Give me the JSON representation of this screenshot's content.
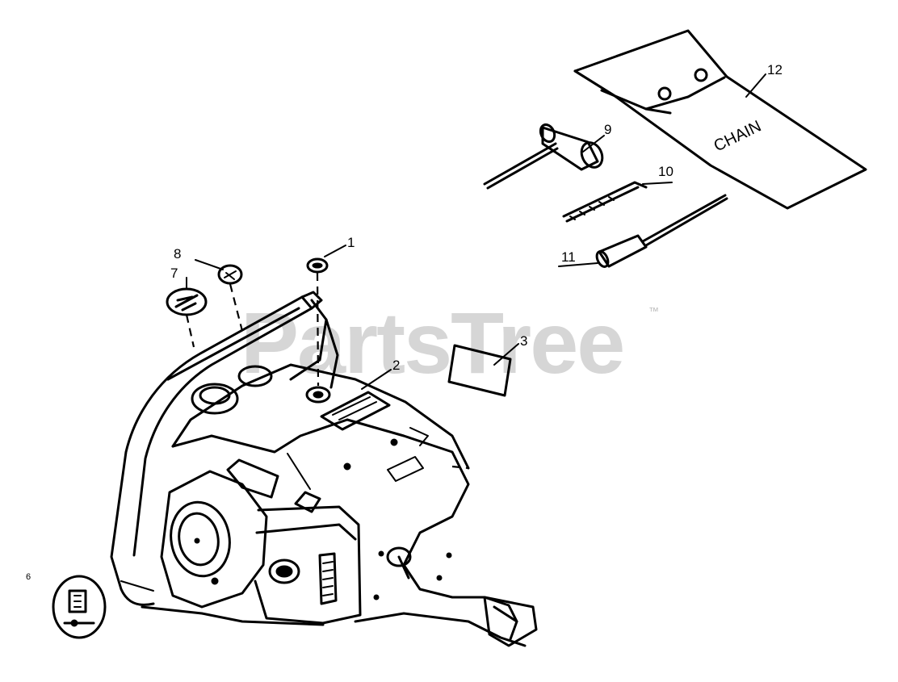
{
  "watermark": {
    "text": "PartsTree",
    "trademark": "™"
  },
  "callouts": {
    "c1": "1",
    "c2": "2",
    "c3": "3",
    "c6": "6",
    "c7": "7",
    "c8": "8",
    "c9": "9",
    "c10": "10",
    "c11": "11",
    "c12": "12"
  },
  "tool_pouch": {
    "text": "CHAIN"
  },
  "colors": {
    "ink": "#000000",
    "watermark": "#cfcfcf",
    "background": "#ffffff"
  }
}
